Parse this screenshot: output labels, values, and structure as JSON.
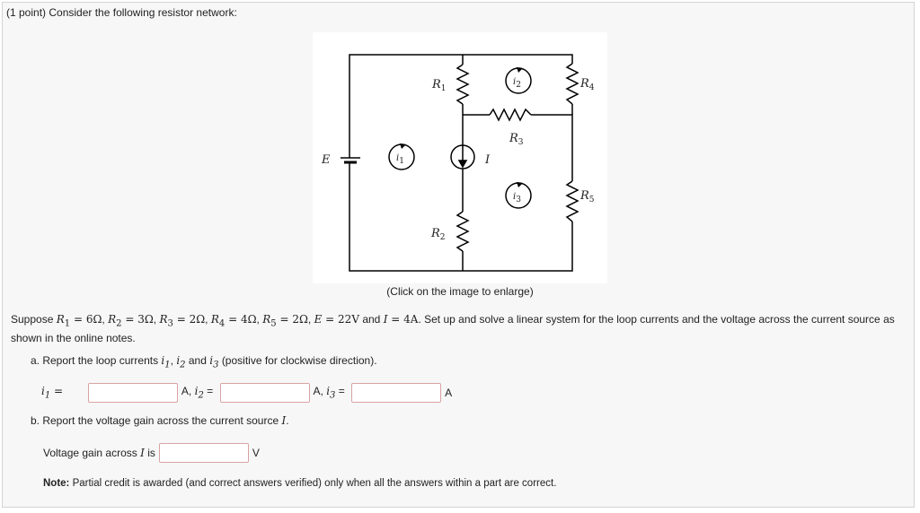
{
  "problem": {
    "header": "(1 point) Consider the following resistor network:",
    "caption": "(Click on the image to enlarge)",
    "suppose": "Suppose",
    "values": [
      {
        "sym": "R",
        "sub": "1",
        "val": "6Ω"
      },
      {
        "sym": "R",
        "sub": "2",
        "val": "3Ω"
      },
      {
        "sym": "R",
        "sub": "3",
        "val": "2Ω"
      },
      {
        "sym": "R",
        "sub": "4",
        "val": "4Ω"
      },
      {
        "sym": "R",
        "sub": "5",
        "val": "2Ω"
      },
      {
        "sym": "E",
        "sub": "",
        "val": "22V"
      }
    ],
    "and_word": "and",
    "current_value": {
      "sym": "I",
      "val": "4A"
    },
    "task": ". Set up and solve a linear system for the loop currents and the voltage across the current source as shown in the online notes.",
    "part_a": {
      "prefix": "a. Report the loop currents",
      "sep_and": "and",
      "suffix": "(positive for clockwise direction).",
      "vars": [
        "i1",
        "i2",
        "i3"
      ],
      "unit": "A"
    },
    "part_b": {
      "prefix": "b. Report the voltage gain across the current source",
      "symbol": "I",
      "label": "Voltage gain across",
      "label_is": "is",
      "unit": "V"
    },
    "note_bold": "Note:",
    "note_text": " Partial credit is awarded (and correct answers verified) only when all the answers within a part are correct."
  },
  "diagram": {
    "labels": {
      "R1": "R1",
      "R2": "R2",
      "R3": "R3",
      "R4": "R4",
      "R5": "R5",
      "E": "E",
      "I": "I",
      "i1": "i1",
      "i2": "i2",
      "i3": "i3"
    }
  },
  "inputs": {
    "i1": "",
    "i2": "",
    "i3": "",
    "voltage": ""
  }
}
